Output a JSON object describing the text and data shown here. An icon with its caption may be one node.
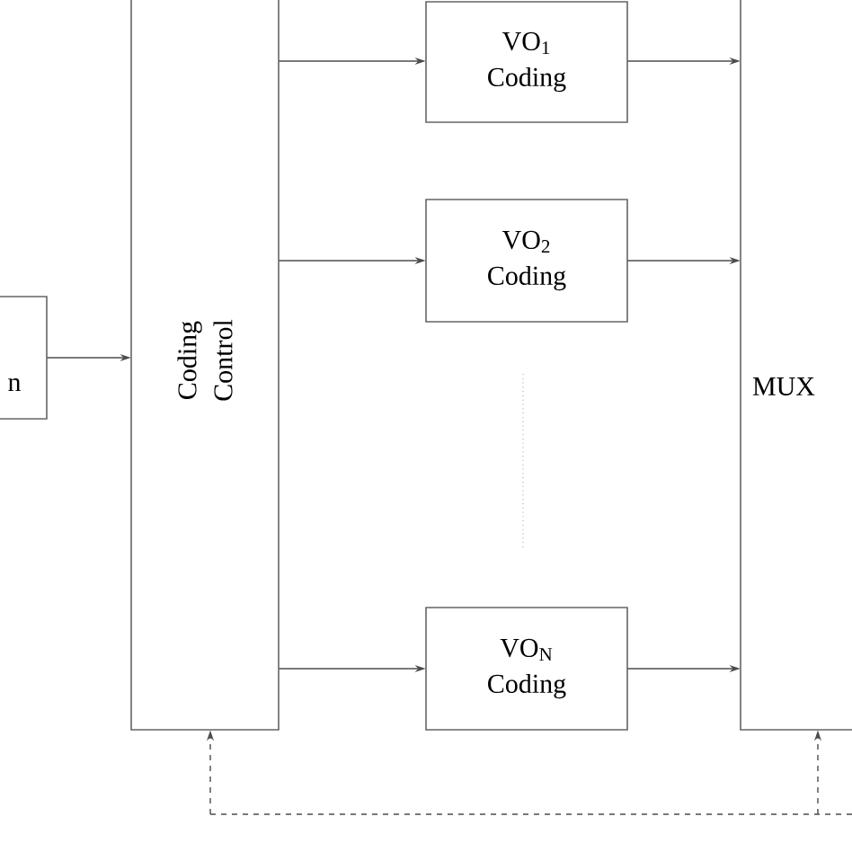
{
  "diagram": {
    "nodes": [
      {
        "text": [
          "n"
        ]
      },
      {
        "text": [
          "Coding Control"
        ]
      },
      {
        "text": [
          "VO$_{1}$ Coding"
        ]
      },
      {
        "text": [
          "VO$_{2}$ Coding"
        ]
      },
      {
        "text": [
          "VO$_{N}$ Coding"
        ]
      },
      {
        "text": [
          "MUX"
        ]
      }
    ],
    "edges": [
      {
        "from": 0,
        "to": 1,
        "arrow": "to"
      },
      {
        "from": 1,
        "to": 2,
        "arrow": "to"
      },
      {
        "from": 1,
        "to": 3,
        "arrow": "to"
      },
      {
        "from": 1,
        "to": 4,
        "arrow": "to"
      },
      {
        "from": 2,
        "to": 5,
        "arrow": "to"
      },
      {
        "from": 3,
        "to": 5,
        "arrow": "to"
      },
      {
        "from": 4,
        "to": 5,
        "arrow": "to"
      },
      {
        "from": null,
        "to": 1,
        "arrow": "to",
        "style": "dashed"
      },
      {
        "from": null,
        "to": 5,
        "arrow": "to",
        "style": "dashed"
      }
    ]
  }
}
